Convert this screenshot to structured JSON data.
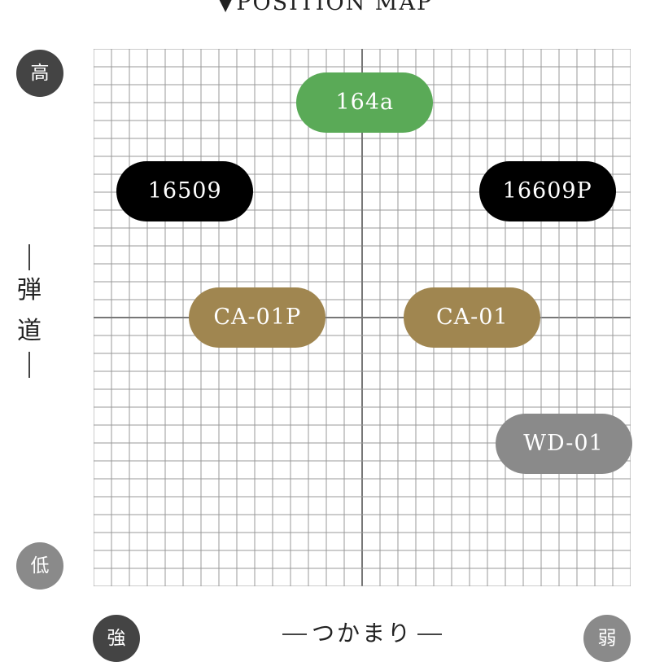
{
  "title": {
    "arrow": "▼",
    "text": "POSITION MAP"
  },
  "axes": {
    "y_label_chars": [
      "弾",
      "道"
    ],
    "x_label": "つかまり",
    "y_high": "高",
    "y_low": "低",
    "x_left": "強",
    "x_right": "弱"
  },
  "colors": {
    "grid_line": "#999999",
    "grid_center": "#777777",
    "green": "#5aaa57",
    "black": "#000000",
    "brown": "#a08650",
    "gray": "#8a8a8a"
  },
  "chart_data": {
    "type": "scatter",
    "title": "POSITION MAP",
    "xlabel": "つかまり",
    "ylabel": "弾道",
    "x_range_labels": [
      "強",
      "弱"
    ],
    "y_range_labels": [
      "低",
      "高"
    ],
    "xlim": [
      -1,
      1
    ],
    "ylim": [
      -1,
      1
    ],
    "grid": true,
    "points": [
      {
        "label": "164a",
        "x": 0.01,
        "y": 0.8,
        "color": "#5aaa57"
      },
      {
        "label": "16509",
        "x": -0.66,
        "y": 0.47,
        "color": "#000000"
      },
      {
        "label": "16609P",
        "x": 0.69,
        "y": 0.47,
        "color": "#000000"
      },
      {
        "label": "CA-01P",
        "x": -0.39,
        "y": 0.0,
        "color": "#a08650"
      },
      {
        "label": "CA-01",
        "x": 0.41,
        "y": 0.0,
        "color": "#a08650"
      },
      {
        "label": "WD-01",
        "x": 0.75,
        "y": -0.47,
        "color": "#8a8a8a"
      }
    ]
  }
}
